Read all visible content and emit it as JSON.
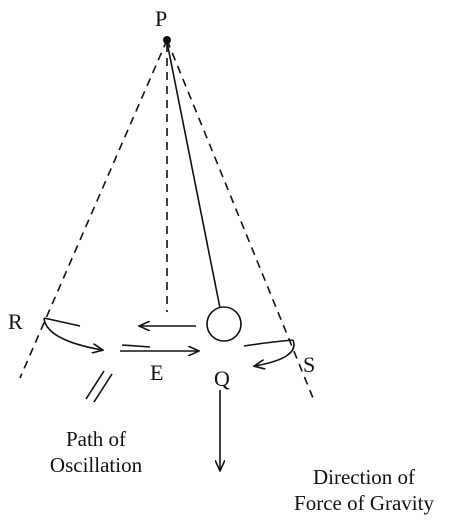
{
  "labels": {
    "pivot": "P",
    "left_extreme": "R",
    "right_extreme": "S",
    "equilibrium": "E",
    "bob_point": "Q"
  },
  "captions": {
    "path_line1": "Path of",
    "path_line2": "Oscillation",
    "gravity_line1": "Direction of",
    "gravity_line2": "Force of Gravity"
  }
}
